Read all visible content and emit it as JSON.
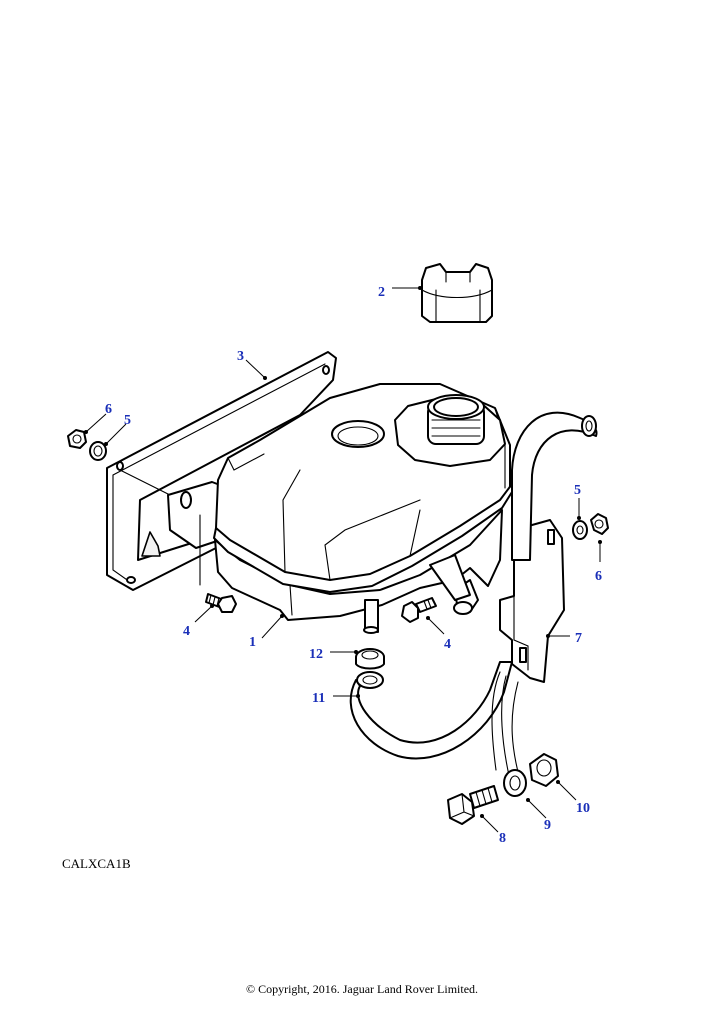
{
  "diagram": {
    "reference": "CALXCA1B",
    "copyright": "© Copyright, 2016. Jaguar Land Rover Limited.",
    "callouts": [
      {
        "id": "c1",
        "text": "1"
      },
      {
        "id": "c2",
        "text": "2"
      },
      {
        "id": "c3",
        "text": "3"
      },
      {
        "id": "c4a",
        "text": "4"
      },
      {
        "id": "c4b",
        "text": "4"
      },
      {
        "id": "c5a",
        "text": "5"
      },
      {
        "id": "c5b",
        "text": "5"
      },
      {
        "id": "c6a",
        "text": "6"
      },
      {
        "id": "c6b",
        "text": "6"
      },
      {
        "id": "c7",
        "text": "7"
      },
      {
        "id": "c8",
        "text": "8"
      },
      {
        "id": "c9",
        "text": "9"
      },
      {
        "id": "c10",
        "text": "10"
      },
      {
        "id": "c11",
        "text": "11"
      },
      {
        "id": "c12",
        "text": "12"
      }
    ],
    "callout_color": "#1a2fb8",
    "line_color": "#000000"
  }
}
